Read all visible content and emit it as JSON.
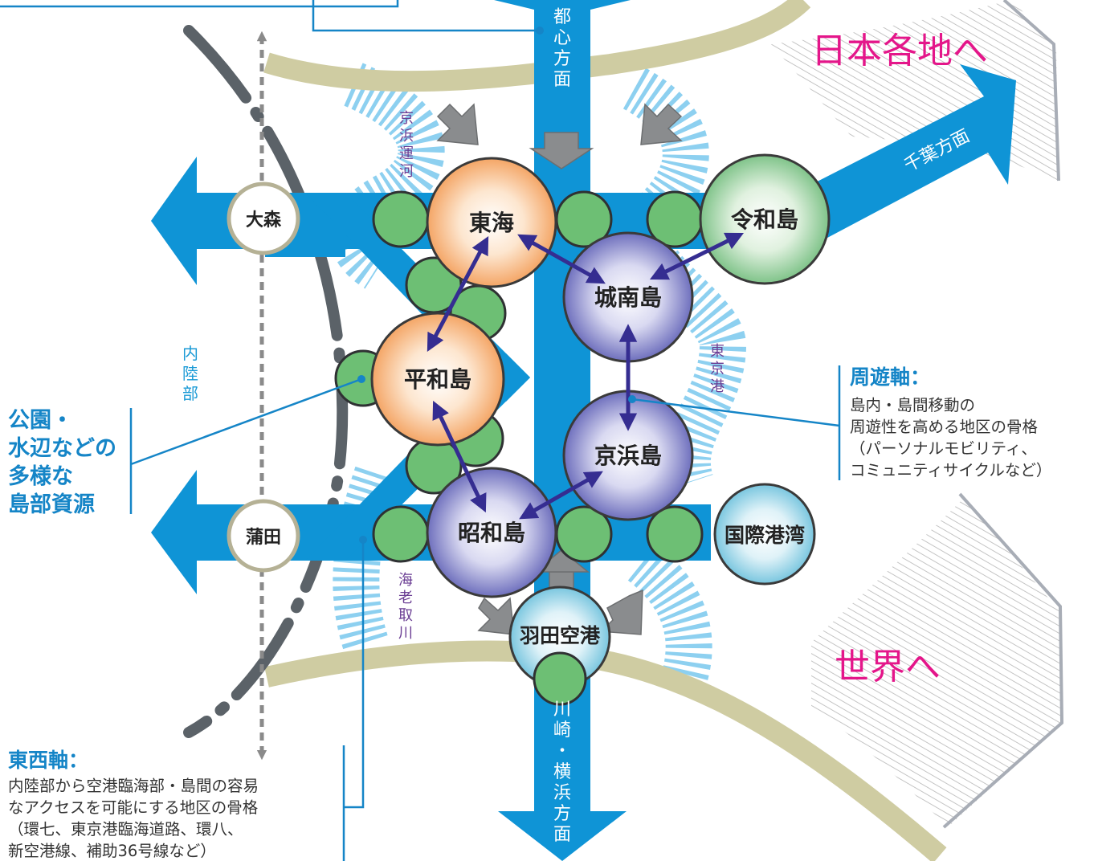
{
  "directions": {
    "toshin": "都心方面",
    "chiba": "千葉方面",
    "kawasaki": "川崎・横浜方面",
    "nihon": "日本各地へ",
    "sekai": "世界へ"
  },
  "waterways": {
    "keihin_unga": "京浜運河",
    "tokyo_ko": "東京港",
    "ebitori": "海老取川"
  },
  "inland_label": "内陸部",
  "stations": {
    "omori": "大森",
    "kamata": "蒲田"
  },
  "islands": {
    "tokai": "東海",
    "reiwa": "令和島",
    "jonan": "城南島",
    "heiwa": "平和島",
    "keihin": "京浜島",
    "showa": "昭和島",
    "kokusai": "国際港湾",
    "haneda": "羽田空港"
  },
  "callouts": {
    "park": {
      "lines": [
        "公園・",
        "水辺などの",
        "多様な",
        "島部資源"
      ]
    },
    "shuyu": {
      "title": "周遊軸：",
      "lines": [
        "島内・島間移動の",
        "周遊性を高める地区の骨格",
        "（パーソナルモビリティ、",
        "コミュニティサイクルなど）"
      ]
    },
    "tozai": {
      "title": "東西軸：",
      "lines": [
        "内陸部から空港臨海部・島間の容易",
        "なアクセスを可能にする地区の骨格",
        "（環七、東京港臨海道路、環八、",
        "新空港線、補助36号線など）"
      ]
    }
  },
  "colors": {
    "axis_blue": "#0f94d6",
    "stripe_blue": "#8dd0f0",
    "navy_arrow": "#352d91",
    "magenta": "#e4168a",
    "park_green": "#6dbf74",
    "tan_band": "#cfcca2",
    "label_blue": "#1585c7",
    "purple_text": "#6a3d93"
  }
}
